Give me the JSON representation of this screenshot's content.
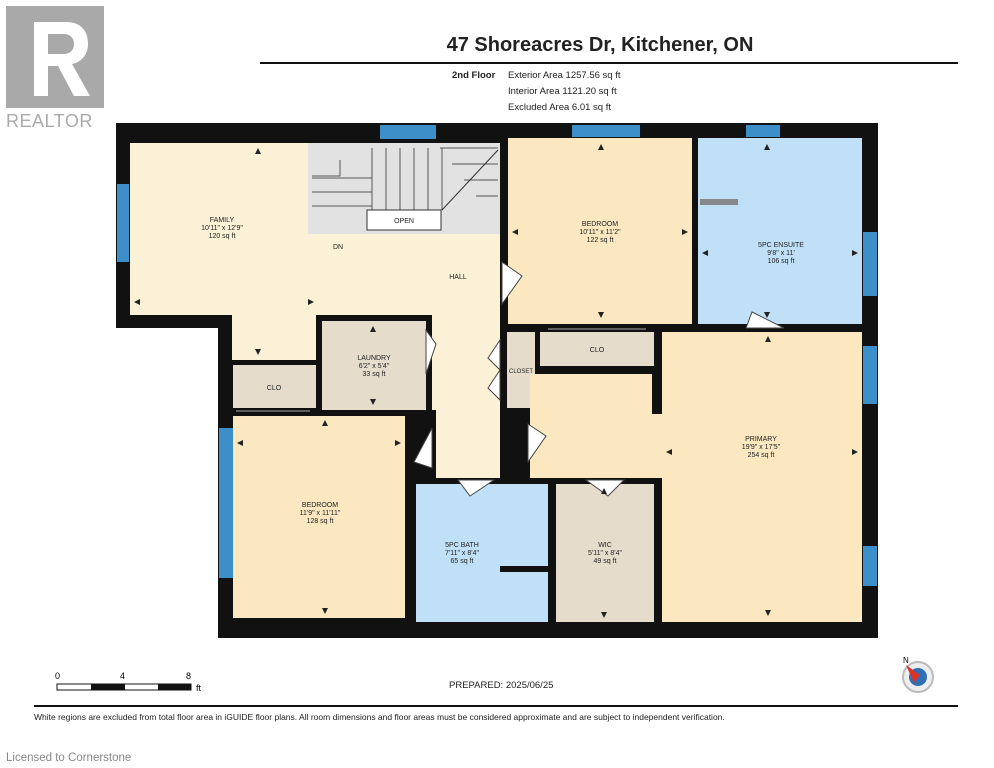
{
  "header": {
    "title": "47 Shoreacres Dr, Kitchener, ON",
    "floor": "2nd Floor",
    "exterior_area": "Exterior Area 1257.56 sq ft",
    "interior_area": "Interior Area 1121.20 sq ft",
    "excluded_area": "Excluded Area 6.01 sq ft"
  },
  "logo": {
    "text": "REALTOR",
    "icon": "realtor-r-logo"
  },
  "rooms": {
    "family": {
      "name": "FAMILY",
      "dims": "10'11\" x 12'9\"",
      "area": "120 sq ft"
    },
    "dn": "DN",
    "open": "OPEN",
    "hall": "HALL",
    "laundry": {
      "name": "LAUNDRY",
      "dims": "6'2\" x 5'4\"",
      "area": "33 sq ft"
    },
    "clo_left": "CLO",
    "closet": "CLOSET",
    "bedroom_top": {
      "name": "BEDROOM",
      "dims": "10'11\" x 11'2\"",
      "area": "122 sq ft"
    },
    "ensuite": {
      "name": "5PC ENSUITE",
      "dims": "9'8\" x 11'",
      "area": "106 sq ft"
    },
    "clo_right": "CLO",
    "primary": {
      "name": "PRIMARY",
      "dims": "19'9\" x 17'5\"",
      "area": "254 sq ft"
    },
    "bedroom_bottom": {
      "name": "BEDROOM",
      "dims": "11'9\" x 11'11\"",
      "area": "128 sq ft"
    },
    "bath": {
      "name": "5PC BATH",
      "dims": "7'11\" x 8'4\"",
      "area": "65 sq ft"
    },
    "wic": {
      "name": "WIC",
      "dims": "5'11\" x 8'4\"",
      "area": "49 sq ft"
    }
  },
  "scale": {
    "zero": "0",
    "four": "4",
    "eight": "8",
    "unit": "ft"
  },
  "compass": {
    "letter": "N",
    "icon": "compass-icon"
  },
  "footer": {
    "prepared": "PREPARED:  2025/06/25",
    "disclaimer": "White regions are excluded from total floor area in iGUIDE floor plans. All room dimensions and floor areas must be considered approximate and are subject to independent verification.",
    "licensed": "Licensed to Cornerstone"
  },
  "colors": {
    "wall": "#111111",
    "family_hall": "#fbf1d6",
    "bedroom": "#fbe8c0",
    "bath": "#bfe0f6",
    "utility": "#e6dccc",
    "window": "#3c8fc9",
    "stairs": "#e0e0e0"
  }
}
